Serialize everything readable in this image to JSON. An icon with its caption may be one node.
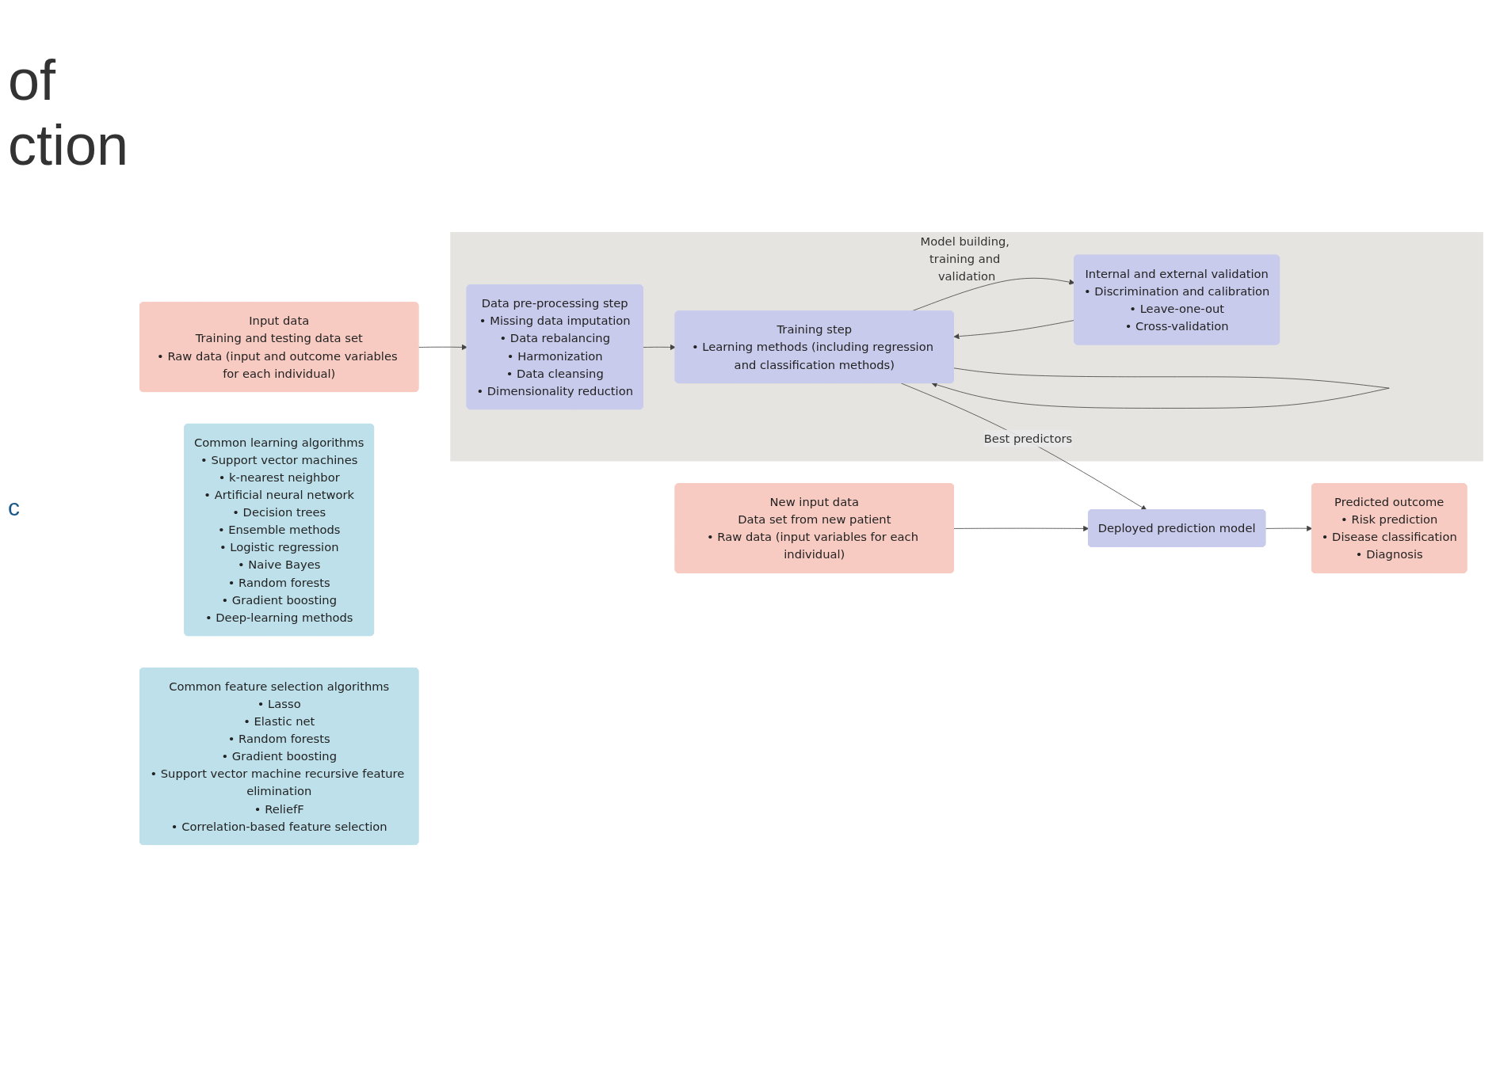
{
  "diagram": {
    "nodes": [
      {
        "text": [
          "Model building, training and validation"
        ]
      },
      {
        "text": [
          "Input data",
          "Training and testing data set",
          "• Raw data (input and outcome variables for each individual)"
        ]
      },
      {
        "text": [
          "Data pre-processing step",
          "• Missing data imputation",
          "• Data rebalancing",
          "• Harmonization",
          "• Data cleansing",
          "• Dimensionality reduction"
        ],
        "in": 0
      },
      {
        "text": [
          "Internal and external validation",
          "• Discrimination and calibration",
          "• Leave-one-out",
          "• Cross-validation"
        ],
        "in": 0
      },
      {
        "text": [
          "Training step",
          "• Learning methods (including regression and classification methods)"
        ],
        "in": 0
      },
      {
        "text": [
          "Common learning algorithms",
          "• Support vector machines",
          "• k-nearest neighbor",
          "• Artificial neural network",
          "• Decision trees",
          "• Ensemble methods",
          "• Logistic regression",
          "• Naive Bayes",
          "• Random forests",
          "• Gradient boosting",
          "• Deep-learning methods"
        ]
      },
      {
        "text": [
          "Common feature selection algorithms",
          "• Lasso",
          "• Elastic net",
          "• Random forests",
          "• Gradient boosting",
          "• Support vector machine recursive feature elimination",
          "• ReliefF",
          "• Correlation-based feature selection"
        ]
      },
      {
        "text": [
          "New input data",
          "Data set from new patient",
          "• Raw data (input variables for each individual)"
        ]
      },
      {
        "text": [
          "Deployed prediction model"
        ]
      },
      {
        "text": [
          "Predicted outcome",
          "• Risk prediction",
          "• Disease classification",
          "• Diagnosis"
        ]
      }
    ],
    "edges": [
      {
        "from": 1,
        "to": 2,
        "arrow": "to"
      },
      {
        "from": 2,
        "to": 4,
        "arrow": "to"
      },
      {
        "from": 4,
        "to": 4,
        "arrow": "to"
      },
      {
        "from": 3,
        "to": 4,
        "arrow": "to"
      },
      {
        "from": 4,
        "to": 3,
        "arrow": "to"
      },
      {
        "from": 4,
        "to": 8,
        "label": "Best predictors",
        "arrow": "to"
      },
      {
        "from": 7,
        "to": 8,
        "arrow": "to"
      },
      {
        "from": 8,
        "to": 9,
        "arrow": "to"
      }
    ],
    "labels": [
      "of",
      "ction",
      "c"
    ]
  }
}
